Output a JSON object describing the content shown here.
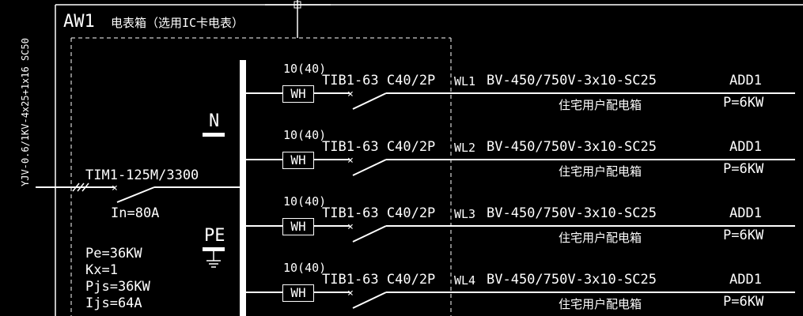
{
  "title": {
    "main": "AW1",
    "sub": "电表箱（选用IC卡电表）"
  },
  "incoming_cable": "YJV-0.6/1KV-4x25+1x16 SC50",
  "main_breaker": {
    "model": "TIM1-125M/3300",
    "rating": "In=80A"
  },
  "bus_labels": {
    "neutral": "N",
    "earth": "PE"
  },
  "load_summary": [
    "Pe=36KW",
    "Kx=1",
    "Pjs=36KW",
    "Ijs=64A"
  ],
  "circuits": [
    {
      "meter_rating": "10(40)",
      "meter_label": "WH",
      "breaker": "TIB1-63 C40/2P",
      "id": "WL1",
      "cable": "BV-450/750V-3x10-SC25",
      "description": "住宅用户配电箱",
      "target": "ADD1",
      "power": "P=6KW"
    },
    {
      "meter_rating": "10(40)",
      "meter_label": "WH",
      "breaker": "TIB1-63 C40/2P",
      "id": "WL2",
      "cable": "BV-450/750V-3x10-SC25",
      "description": "住宅用户配电箱",
      "target": "ADD1",
      "power": "P=6KW"
    },
    {
      "meter_rating": "10(40)",
      "meter_label": "WH",
      "breaker": "TIB1-63 C40/2P",
      "id": "WL3",
      "cable": "BV-450/750V-3x10-SC25",
      "description": "住宅用户配电箱",
      "target": "ADD1",
      "power": "P=6KW"
    },
    {
      "meter_rating": "10(40)",
      "meter_label": "WH",
      "breaker": "TIB1-63 C40/2P",
      "id": "WL4",
      "cable": "BV-450/750V-3x10-SC25",
      "description": "住宅用户配电箱",
      "target": "ADD1",
      "power": "P=6KW"
    }
  ],
  "colors": {
    "background": "#000000",
    "line": "#ffffff"
  }
}
